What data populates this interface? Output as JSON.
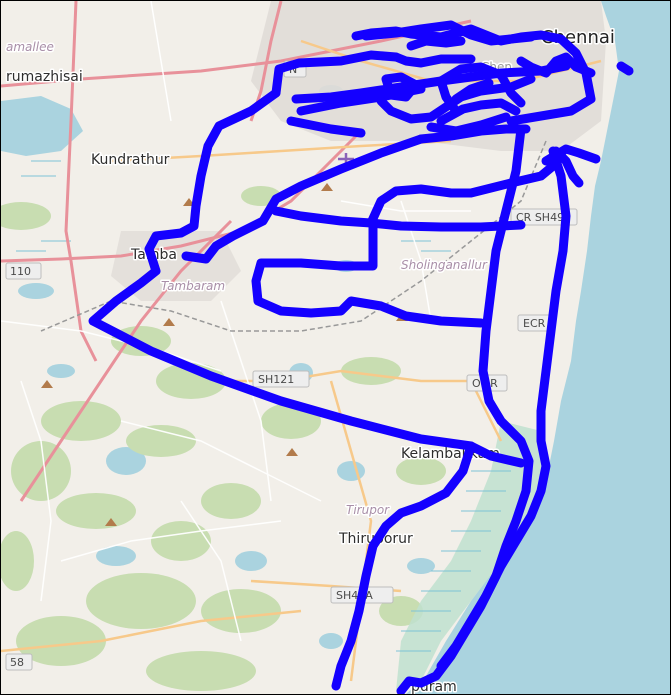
{
  "map": {
    "colors": {
      "land": "#f2efe9",
      "water": "#aad3df",
      "wetland": "#cfe7ea",
      "green": "#c8ddb1",
      "urban": "#e0dcd7",
      "road_major": "#e8919a",
      "road_secondary": "#f7c98a",
      "road_minor": "#ffffff",
      "route": "#1400ff"
    },
    "labels": {
      "chennai": "Chennai",
      "chennai_sub": "Chen",
      "poonamallee": "amallee",
      "tirumazhisai": "rumazhisai",
      "kundrathur": "Kundrathur",
      "tambaram_en": "Tamba",
      "tambaram_it": "Tambaram",
      "sholinganallur": "Sholinganallur",
      "kelambakkam": "Kelambakkam",
      "thiruporur": "Thiruporur",
      "thiruporur_it": "Tirupor",
      "mamallapuram": "puram"
    },
    "shields": {
      "nh_top": "N",
      "nh_110": "110",
      "sh49": "CR SH49",
      "ecr": "ECR",
      "sh121": "SH121",
      "omr": "OMR",
      "sh49a": "SH49A",
      "nh58": "58"
    },
    "icons": [
      "airport-icon",
      "peak-icon"
    ]
  }
}
